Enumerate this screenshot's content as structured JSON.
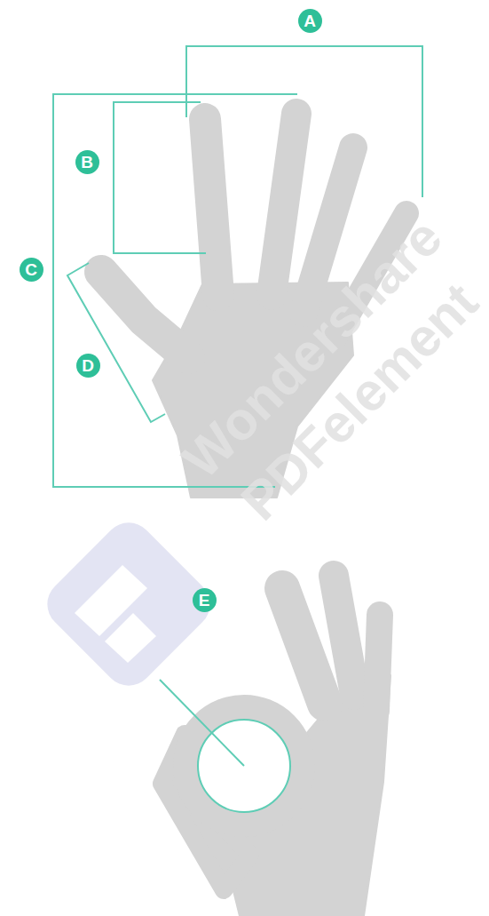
{
  "diagram": {
    "labels": [
      "A",
      "B",
      "C",
      "D",
      "E",
      "Wondershare",
      "PDFelement"
    ]
  }
}
